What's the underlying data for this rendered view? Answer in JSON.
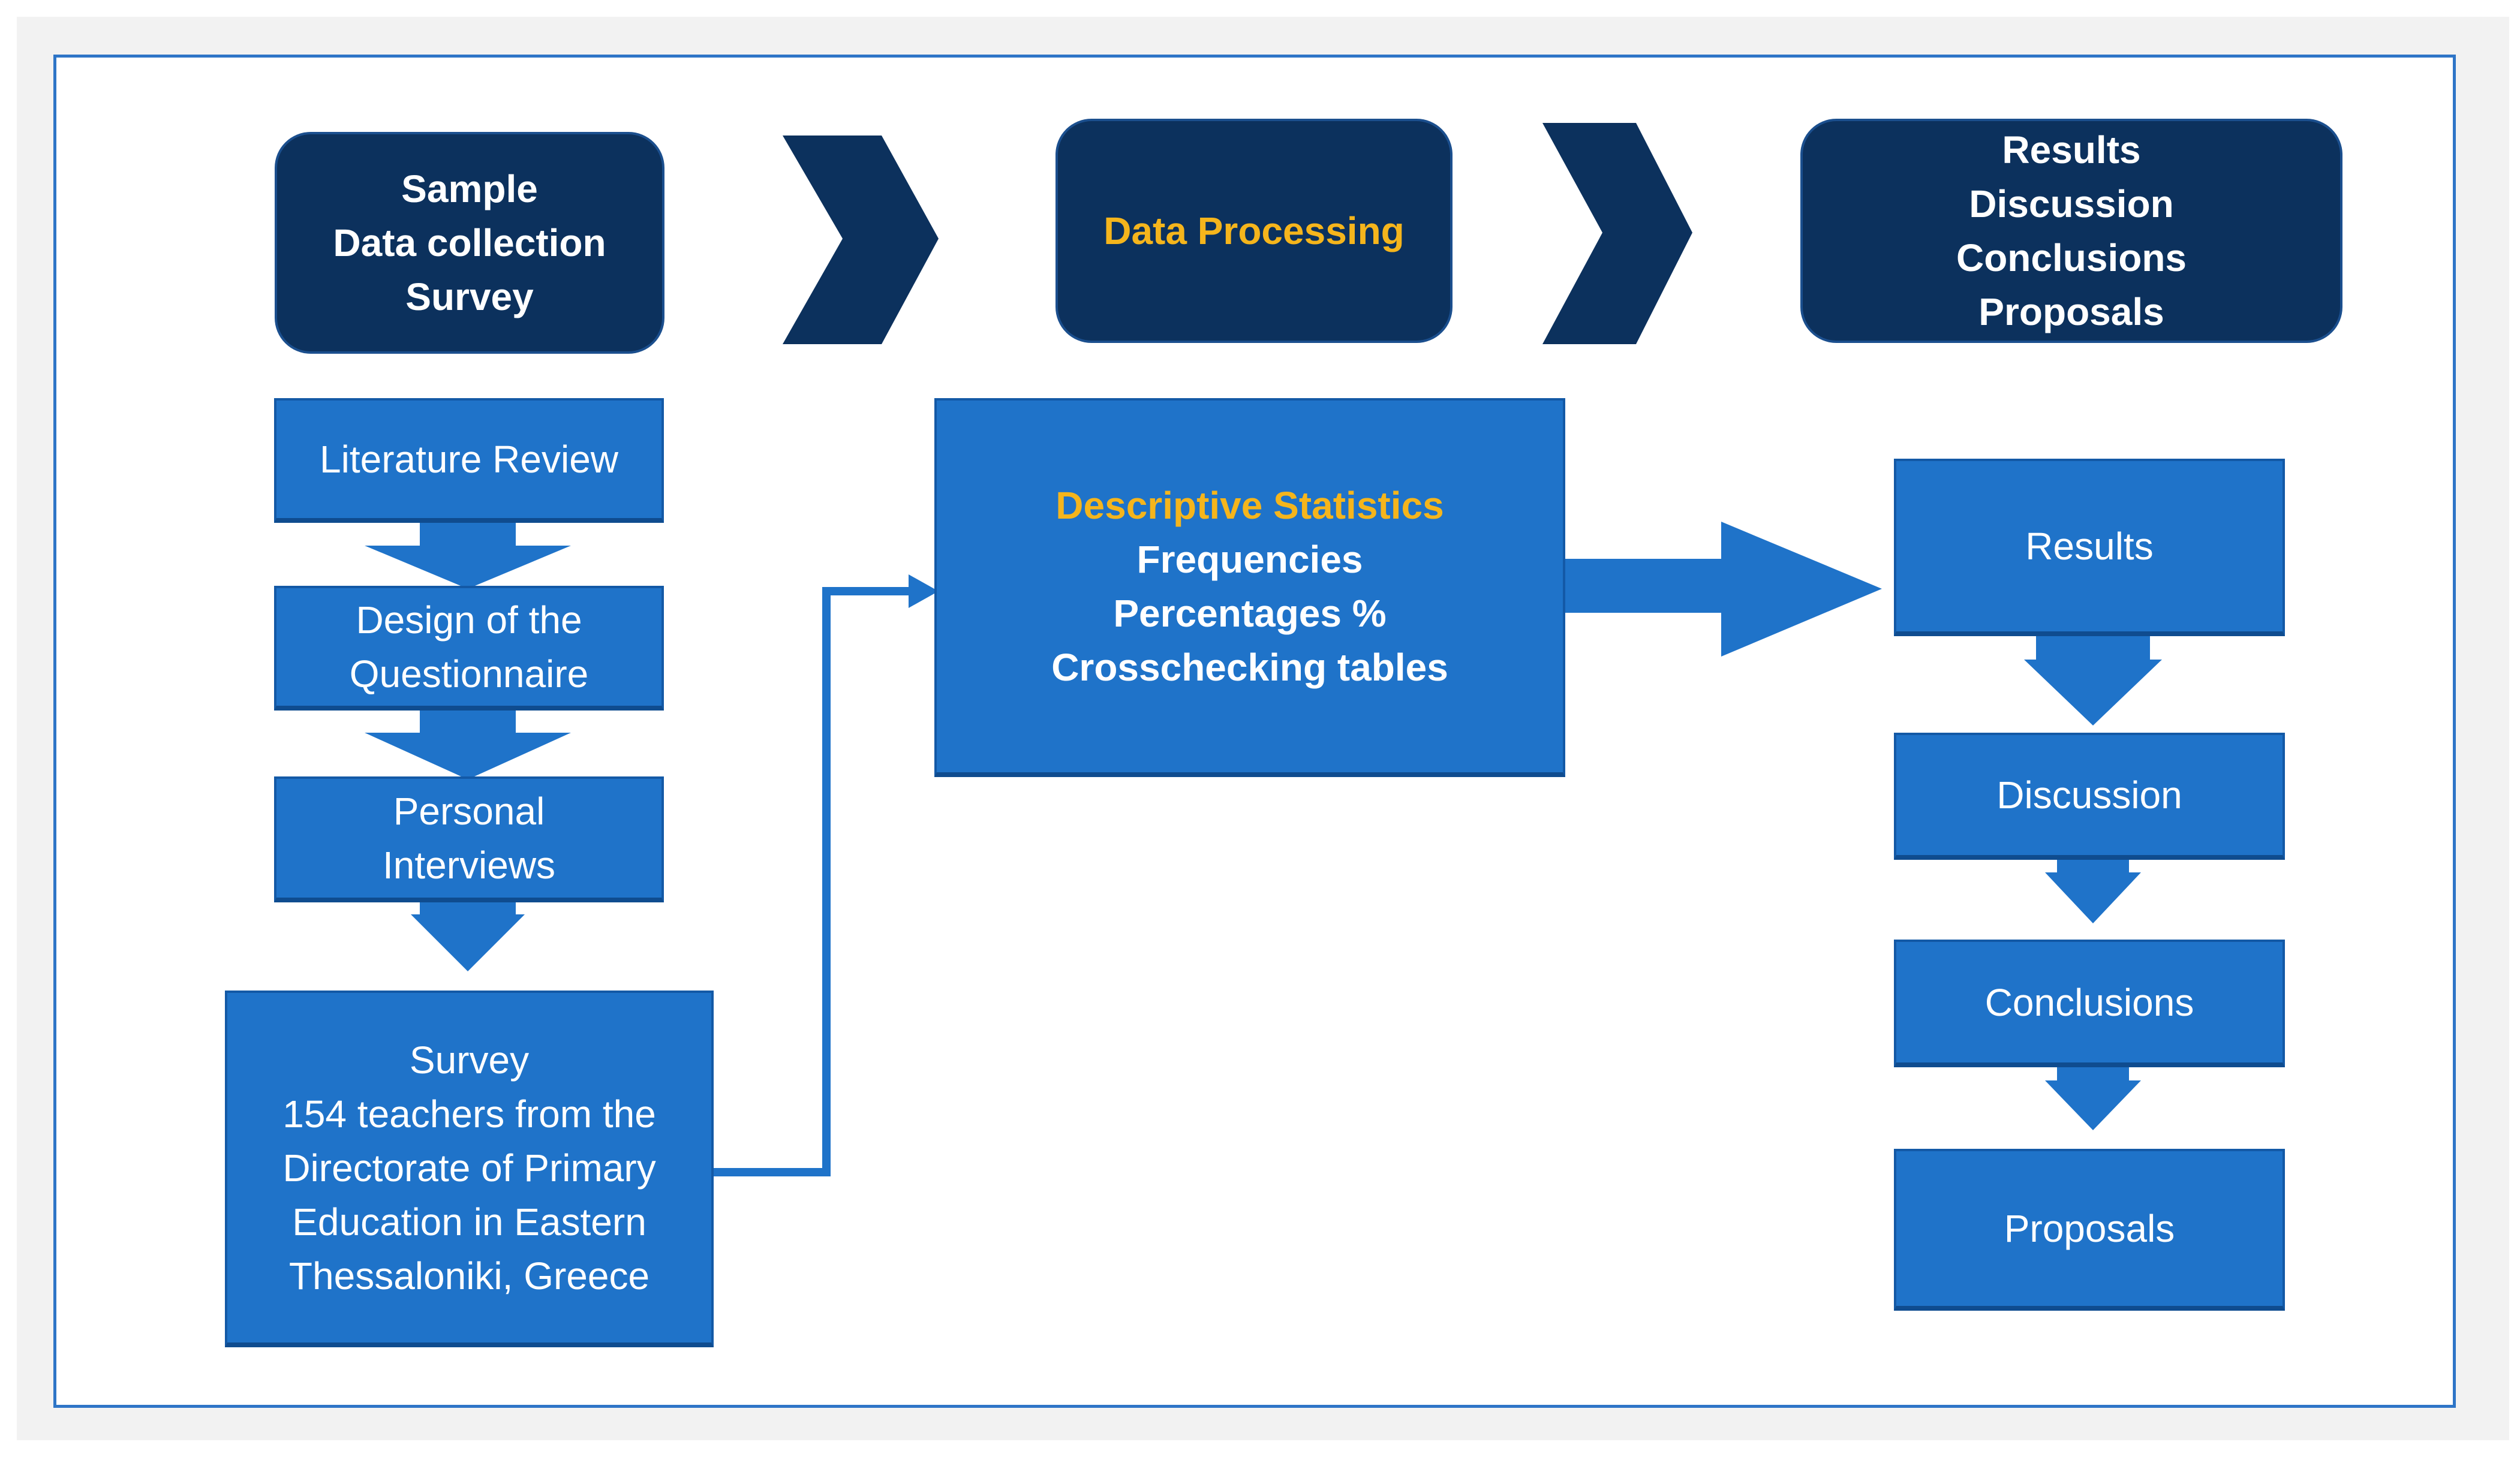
{
  "colors": {
    "header_fill": "#0c315d",
    "box_fill": "#1f73c9",
    "accent_gold": "#f5b51c",
    "frame_border": "#2e75c7"
  },
  "header_steps": [
    {
      "lines": [
        "Sample",
        "Data collection",
        "Survey"
      ]
    },
    {
      "lines": [
        "Data Processing"
      ]
    },
    {
      "lines": [
        "Results",
        "Discussion",
        "Conclusions",
        "Proposals"
      ]
    }
  ],
  "left_column": [
    {
      "lines": [
        "Literature Review"
      ]
    },
    {
      "lines": [
        "Design of the",
        "Questionnaire"
      ]
    },
    {
      "lines": [
        "Personal",
        "Interviews"
      ]
    },
    {
      "lines": [
        "Survey",
        "154 teachers from the",
        "Directorate of Primary",
        "Education in Eastern",
        "Thessaloniki, Greece"
      ]
    }
  ],
  "middle_box": {
    "heading": "Descriptive Statistics",
    "lines": [
      "Frequencies",
      "Percentages %",
      "Crosschecking tables"
    ]
  },
  "right_column": [
    {
      "lines": [
        "Results"
      ]
    },
    {
      "lines": [
        "Discussion"
      ]
    },
    {
      "lines": [
        "Conclusions"
      ]
    },
    {
      "lines": [
        "Proposals"
      ]
    }
  ]
}
